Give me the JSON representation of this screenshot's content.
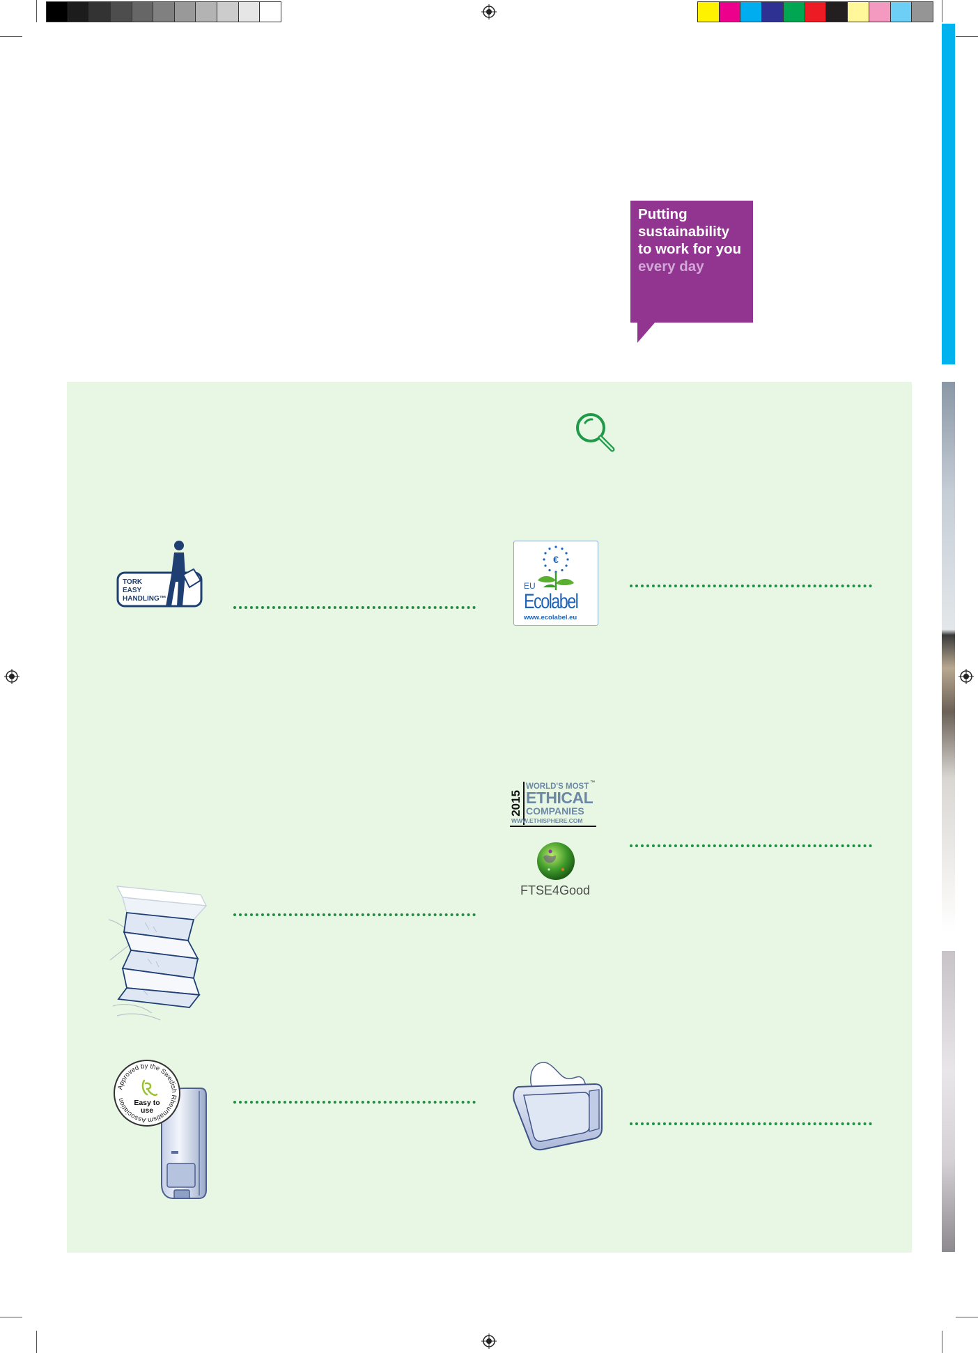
{
  "colors": {
    "brand_purple": "#923591",
    "panel_green": "#e8f7e4",
    "dot_green": "#1f8f42",
    "side_blue": "#00b2ee",
    "tork_navy": "#1f3f73",
    "grayscale_bar": [
      "#000000",
      "#1c1c1c",
      "#333333",
      "#4d4d4d",
      "#666666",
      "#808080",
      "#999999",
      "#b3b3b3",
      "#cccccc",
      "#e6e6e6",
      "#ffffff"
    ],
    "color_bar": [
      "#fff200",
      "#ec008c",
      "#00aeef",
      "#2e3192",
      "#00a651",
      "#ed1c24",
      "#231f20",
      "#fff799",
      "#f49ac1",
      "#6dcff6",
      "#959595"
    ]
  },
  "speech_bubble": {
    "line1": "Putting",
    "line2": "sustainability",
    "line3": "to work for you",
    "line4": "every day"
  },
  "logos": {
    "tork_easy_handling": {
      "line1": "TORK",
      "line2": "EASY",
      "line3": "HANDLING™"
    },
    "eu_ecolabel": {
      "eu": "EU",
      "name": "Ecolabel",
      "url": "www.ecolabel.eu"
    },
    "ethical_companies": {
      "year": "2015",
      "line1": "WORLD'S MOST",
      "line2": "ETHICAL",
      "line3": "COMPANIES",
      "url": "WWW.ETHISPHERE.COM"
    },
    "ftse4good": {
      "name": "FTSE4Good"
    },
    "rheumatism_seal": {
      "center": "Easy to use",
      "ring": "Approved by the Swedish Rheumatism Association"
    }
  },
  "icons": {
    "search": "magnifier-icon"
  }
}
